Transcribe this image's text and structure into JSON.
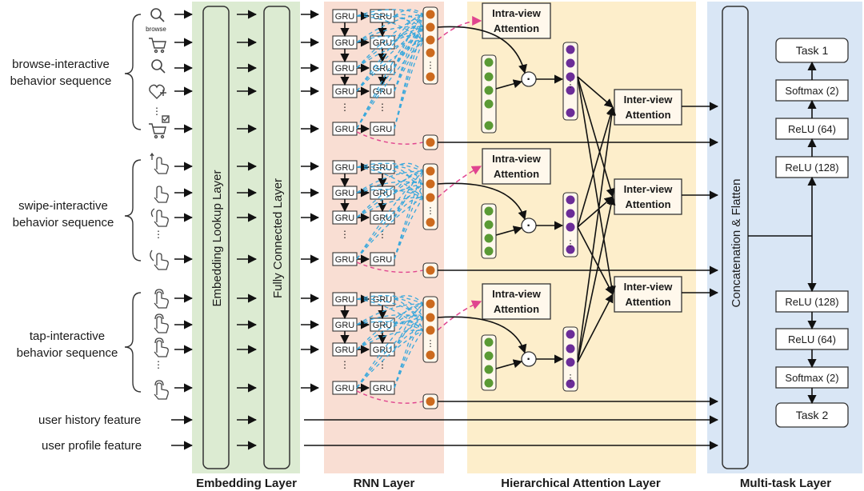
{
  "sequences": [
    {
      "line1": "browse-interactive",
      "line2": "behavior sequence"
    },
    {
      "line1": "swipe-interactive",
      "line2": "behavior sequence"
    },
    {
      "line1": "tap-interactive",
      "line2": "behavior sequence"
    }
  ],
  "browse_icon_caption": "browse",
  "extra_features": [
    "user history feature",
    "user profile feature"
  ],
  "embedding_bar": "Embedding Lookup Layer",
  "fc_bar": "Fully Connected Layer",
  "gru_label": "GRU",
  "intra_attention": [
    "Intra-view",
    "Attention"
  ],
  "inter_attention": [
    "Inter-view",
    "Attention"
  ],
  "dot_symbol": "·",
  "vertical_dots": "⋮",
  "concat_bar": "Concatenation & Flatten",
  "task_upper": [
    "Task 1",
    "Softmax (2)",
    "ReLU (64)",
    "ReLU (128)"
  ],
  "task_lower": [
    "ReLU (128)",
    "ReLU (64)",
    "Softmax (2)",
    "Task 2"
  ],
  "layer_titles": [
    "Embedding Layer",
    "RNN Layer",
    "Hierarchical Attention Layer",
    "Multi-task Layer"
  ],
  "colors": {
    "embedding_bg": "#dcebd2",
    "rnn_bg": "#f9ded3",
    "attention_bg": "#fdeecb",
    "multitask_bg": "#d9e6f5",
    "orange_node": "#cc6a1e",
    "green_node": "#5a9a35",
    "purple_node": "#6b2d98",
    "blue_dash": "#3aa8dc",
    "pink_dash": "#e0458f"
  }
}
